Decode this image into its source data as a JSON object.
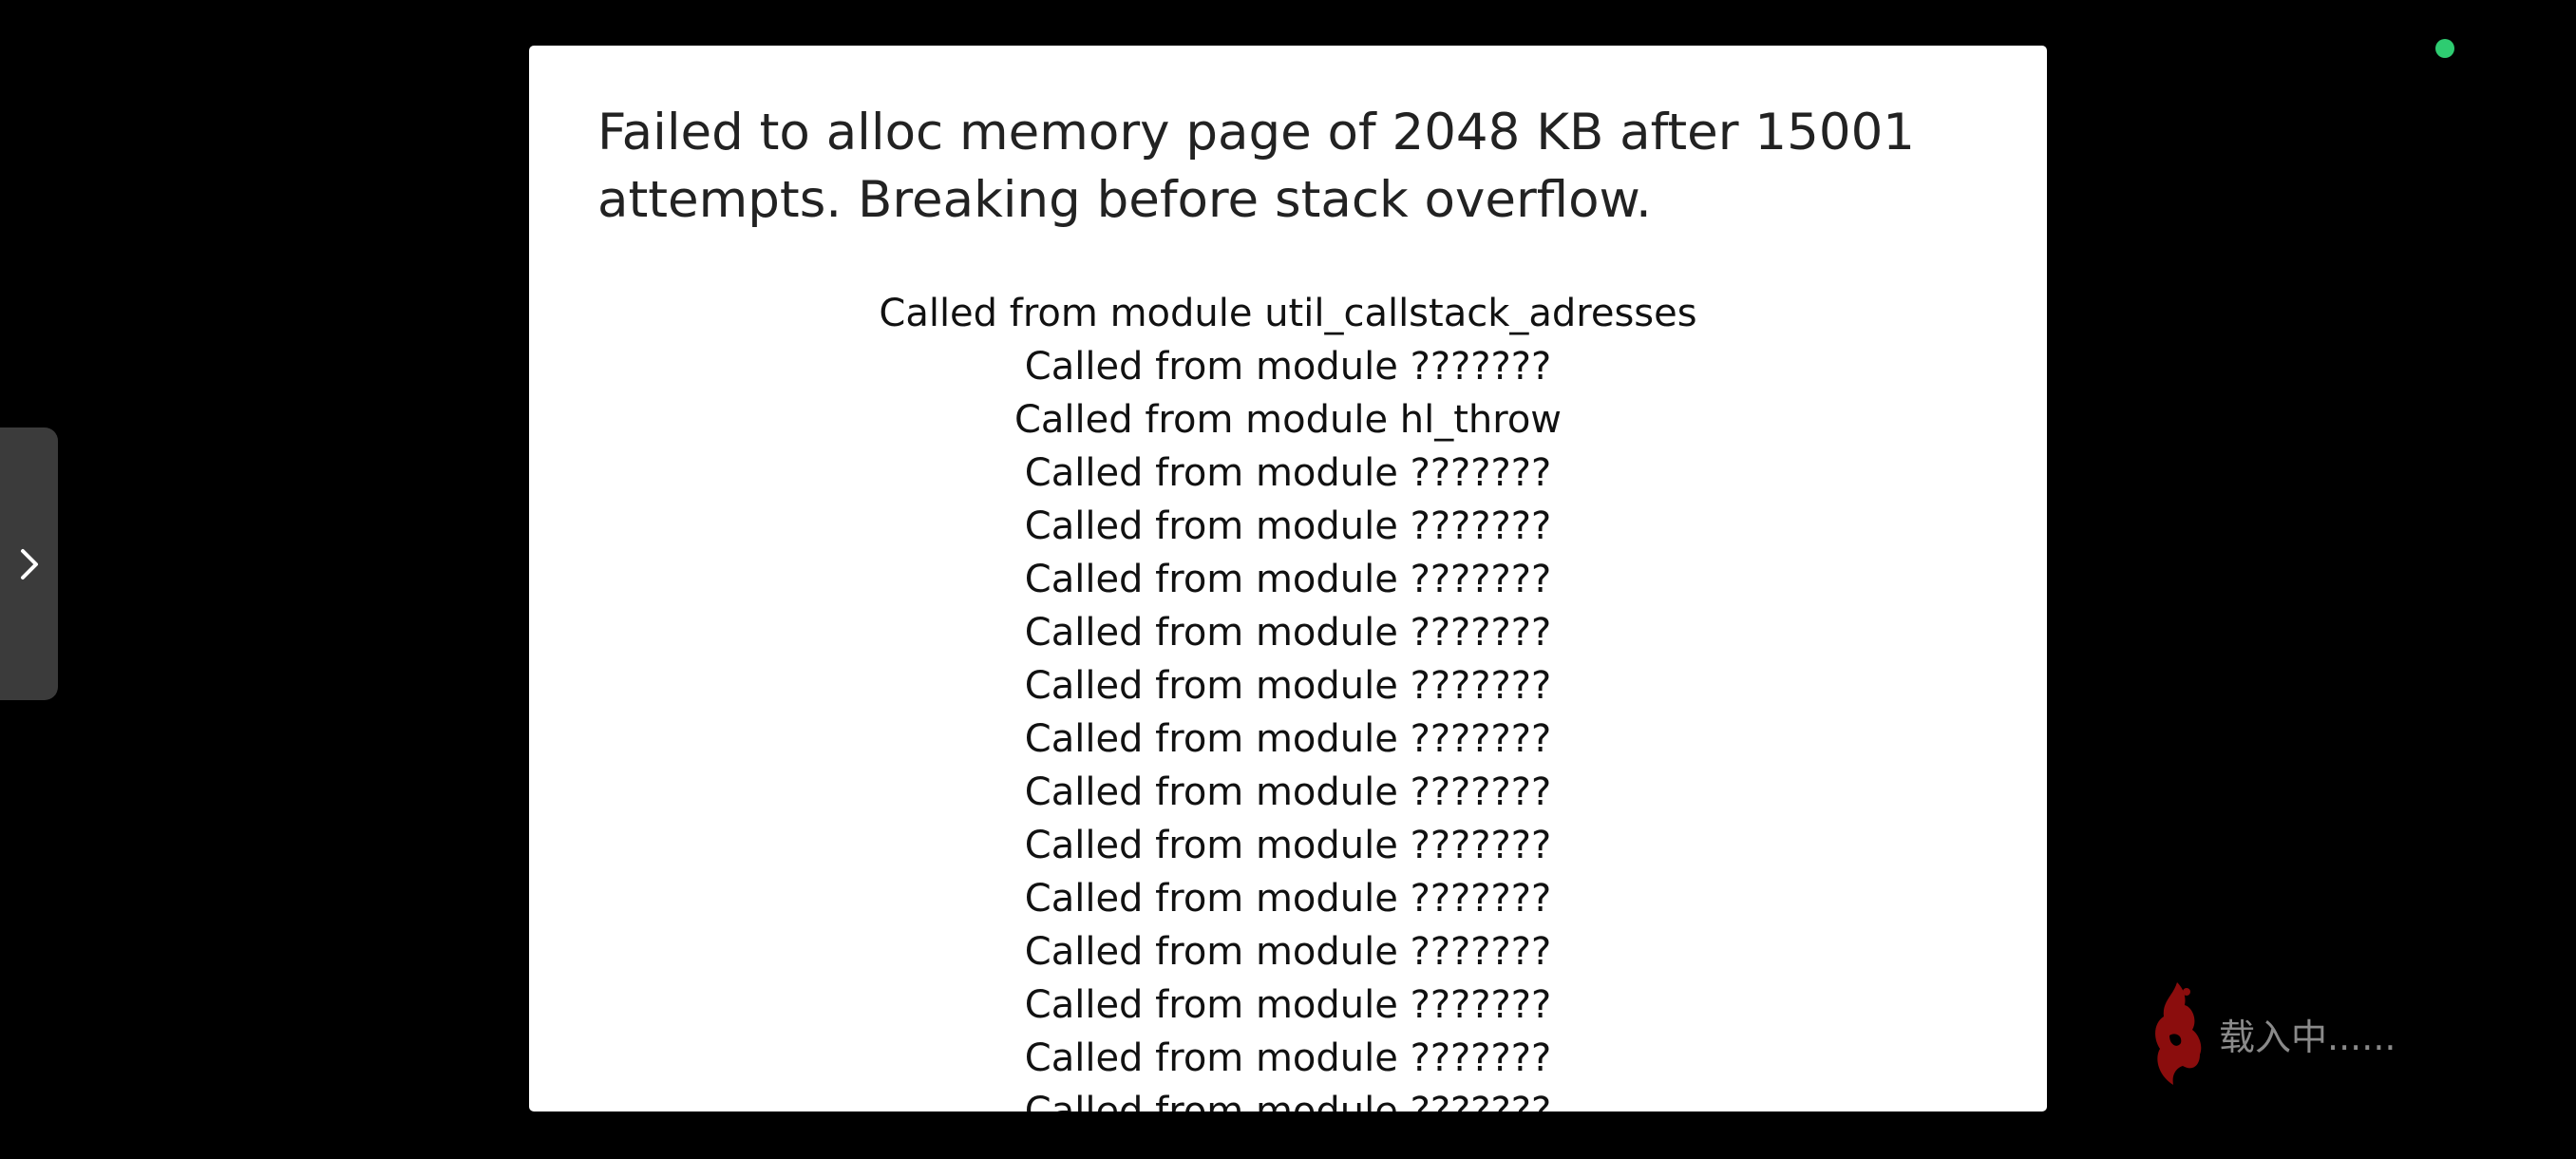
{
  "dialog": {
    "message": "Failed to alloc memory page of 2048 KB after 15001 attempts. Breaking before stack overflow.",
    "callstack": [
      "Called from module util_callstack_adresses",
      "Called from module ???????",
      "Called from module hl_throw",
      "Called from module ???????",
      "Called from module ???????",
      "Called from module ???????",
      "Called from module ???????",
      "Called from module ???????",
      "Called from module ???????",
      "Called from module ???????",
      "Called from module ???????",
      "Called from module ???????",
      "Called from module ???????",
      "Called from module ???????",
      "Called from module ???????",
      "Called from module ???????"
    ]
  },
  "side_tab": {
    "icon": "chevron-right-icon"
  },
  "status_indicator": {
    "color": "#2ecc71"
  },
  "loading": {
    "icon": "flame-logo-icon",
    "text": "载入中......",
    "icon_color": "#8b0d0d"
  }
}
